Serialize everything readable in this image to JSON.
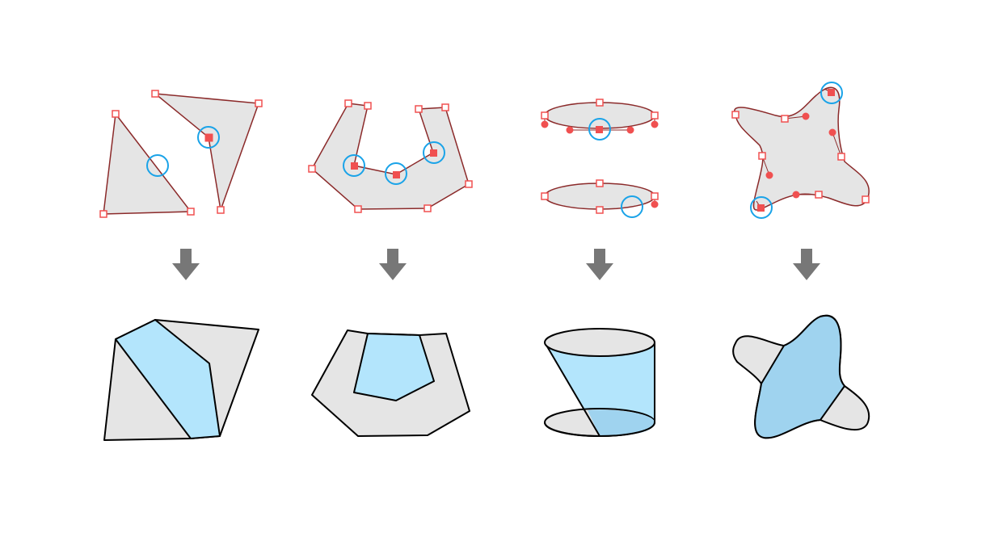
{
  "colors": {
    "background": "#ffffff",
    "shape_fill": "#e5e5e5",
    "blue_fill": "#b3e5fc",
    "blue_fill_dark": "#9fd3ef",
    "outline": "#000000",
    "edit_path": "#8b2a2a",
    "vertex_handle": "#f05050",
    "selection_circle": "#1aa3e8",
    "arrow": "#777777"
  },
  "panels": [
    {
      "name": "two-quads",
      "handles": "square-vertices",
      "selection_circles": 2
    },
    {
      "name": "u-shape",
      "handles": "square-vertices",
      "selection_circles": 3
    },
    {
      "name": "two-ellipses",
      "handles": "bezier-handles",
      "selection_circles": 2
    },
    {
      "name": "four-lobed-blob",
      "handles": "bezier-handles",
      "selection_circles": 2
    }
  ],
  "arrow_icon": "down-arrow-icon"
}
